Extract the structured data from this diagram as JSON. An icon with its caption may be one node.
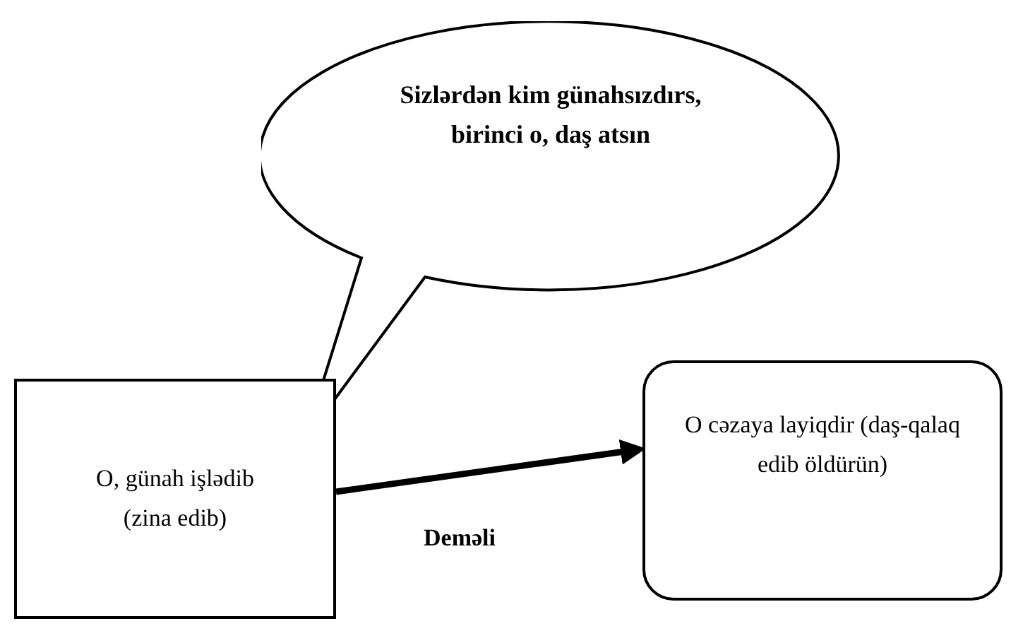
{
  "diagram": {
    "nodes": [
      {
        "text": [
          "Sizlərdən kim günahsızdırs, birinci o, daş atsın"
        ]
      },
      {
        "text": [
          "O, günah işlədib (zina edib)"
        ]
      },
      {
        "text": [
          "O cəzaya layiqdir (daş-qalaq edib öldürün)"
        ]
      }
    ],
    "edges": [
      {
        "from": 1,
        "to": 2,
        "arrow": "to",
        "label": "Deməli"
      }
    ]
  }
}
